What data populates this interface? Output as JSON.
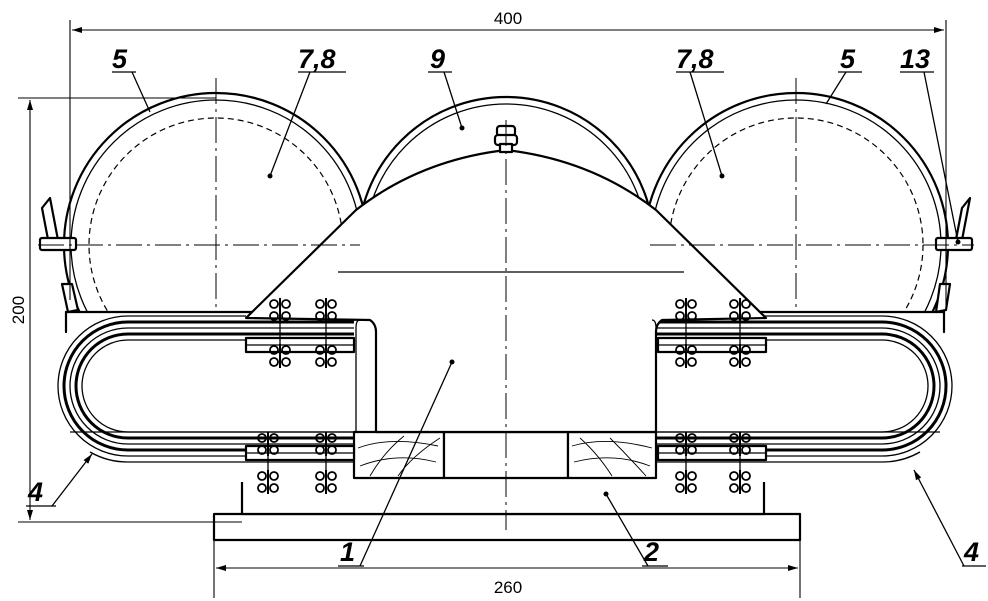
{
  "dimensions": {
    "overall_width": "400",
    "overall_height": "200",
    "base_width": "260"
  },
  "callouts": {
    "c1": "1",
    "c2": "2",
    "c4_left": "4",
    "c4_right": "4",
    "c5_left": "5",
    "c5_right": "5",
    "c78_left": "7,8",
    "c78_right": "7,8",
    "c9": "9",
    "c13": "13"
  }
}
